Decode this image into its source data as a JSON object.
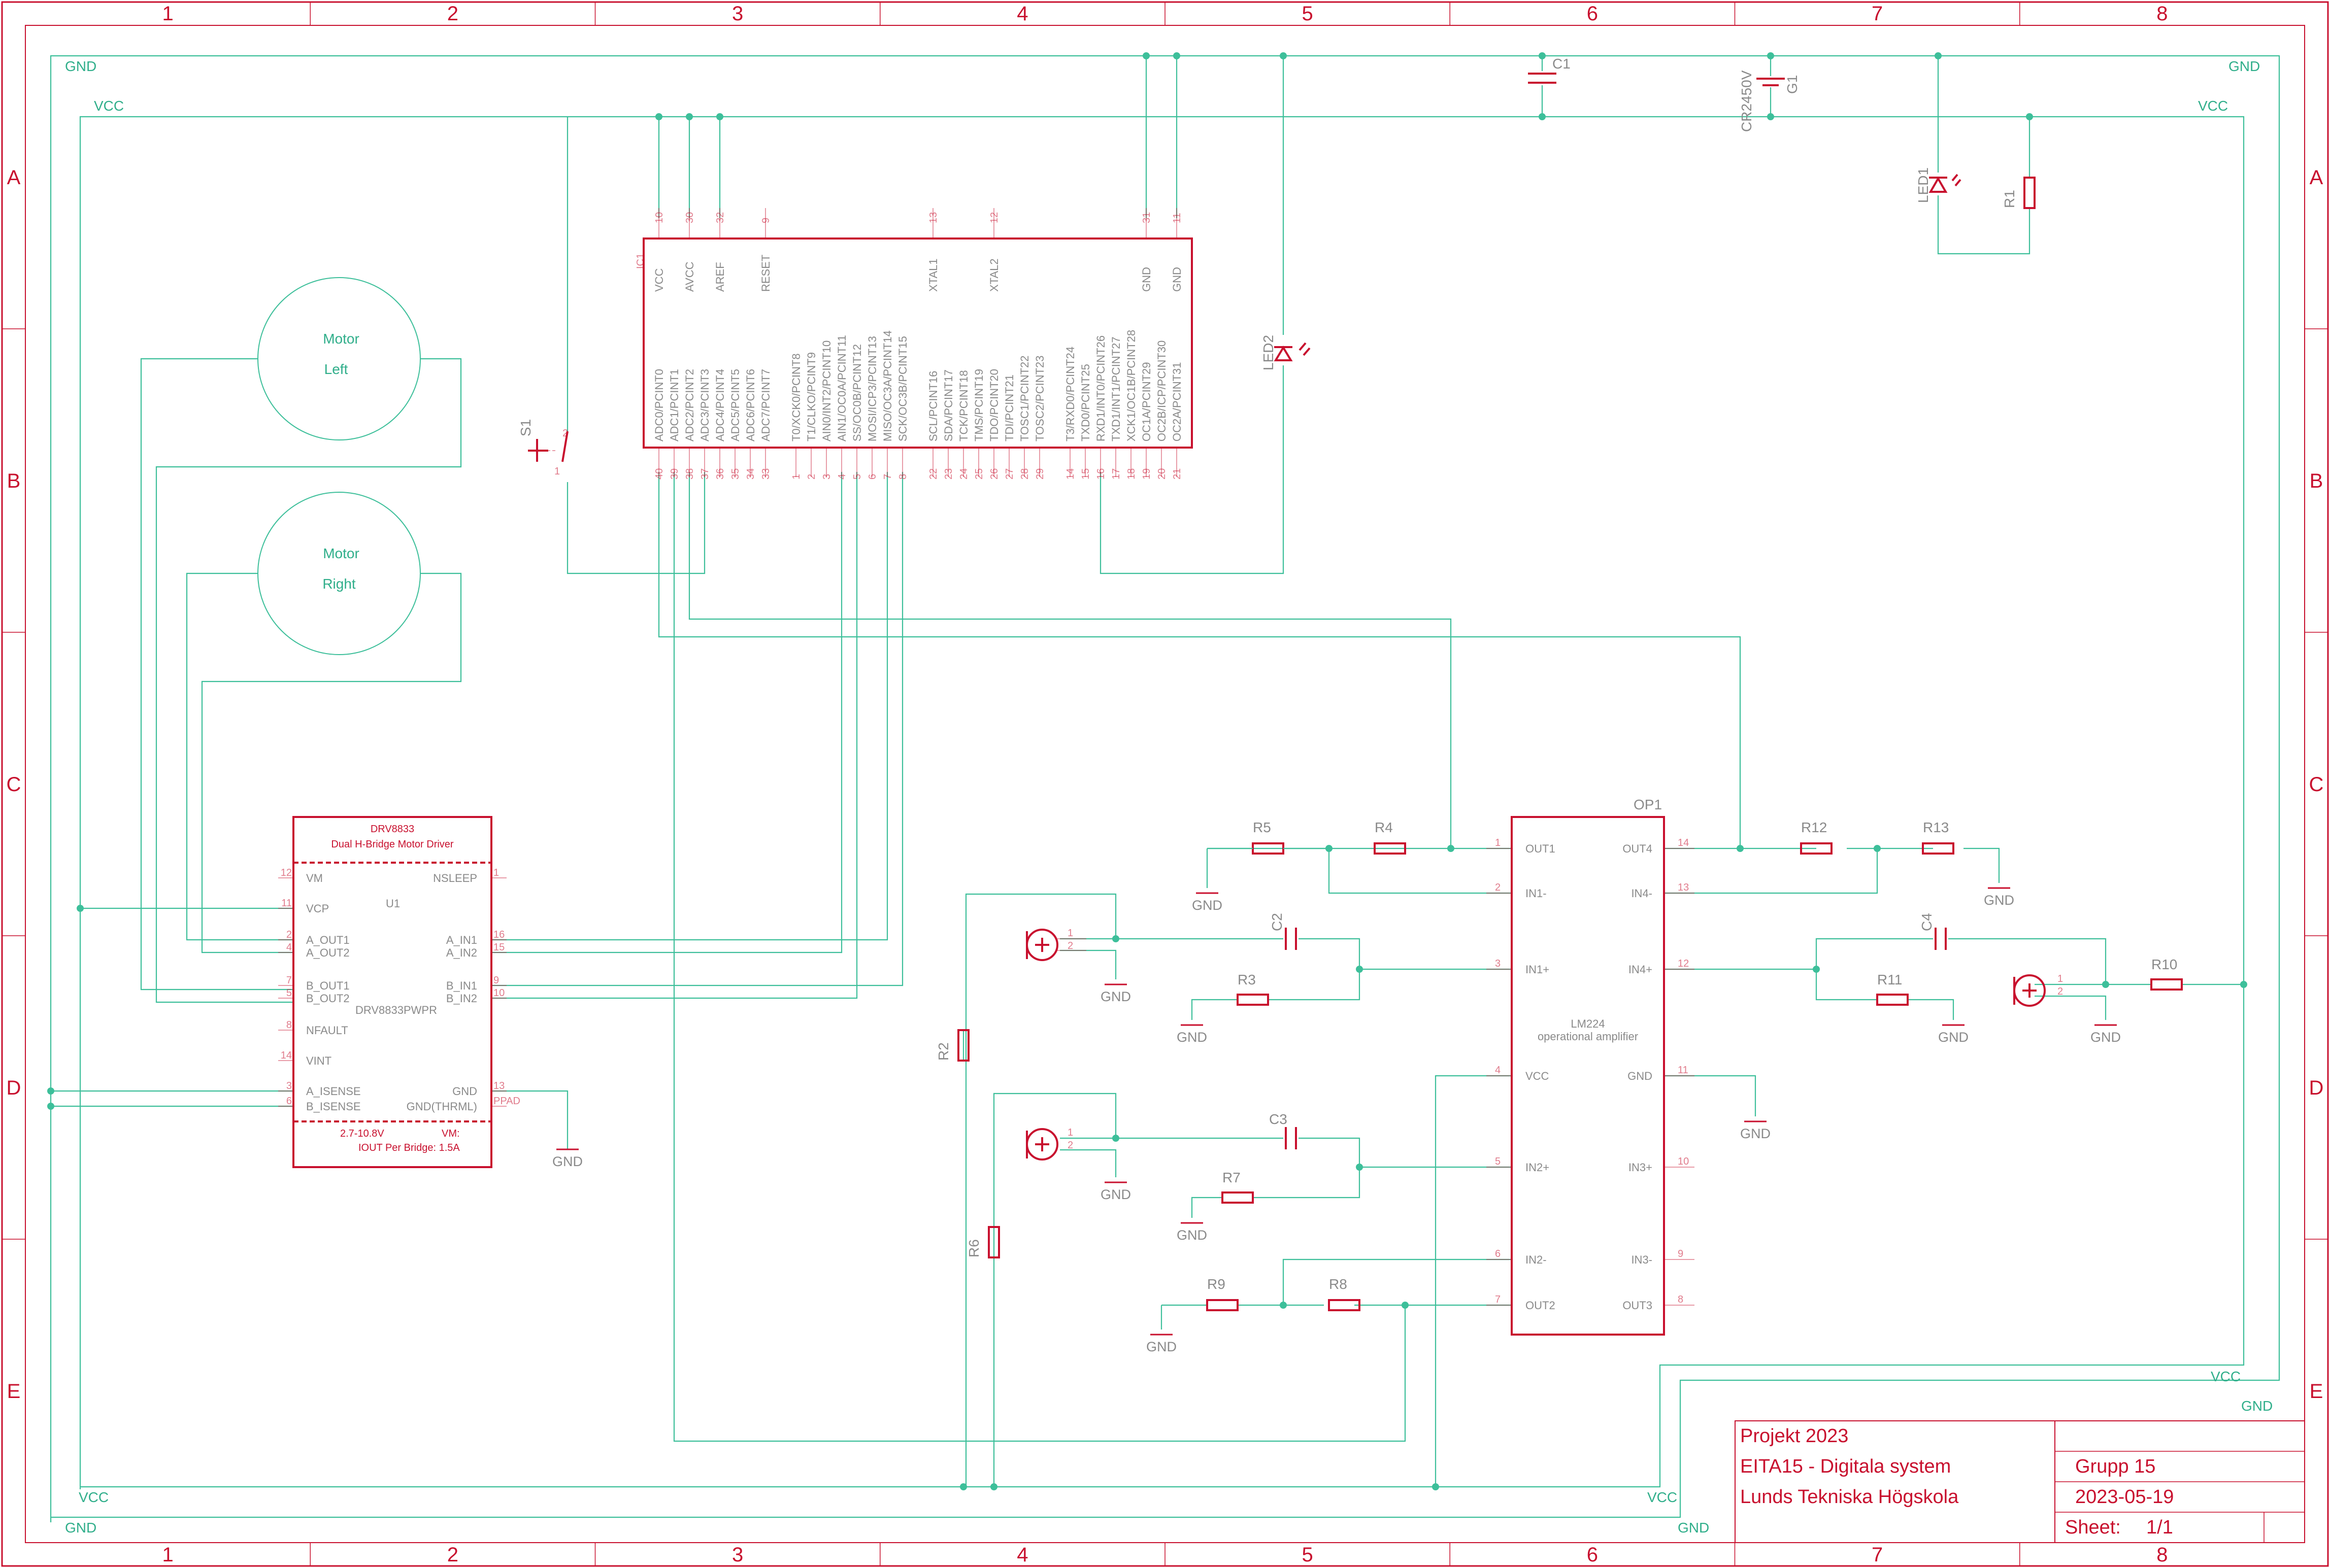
{
  "frame": {
    "columns": [
      "1",
      "2",
      "3",
      "4",
      "5",
      "6",
      "7",
      "8"
    ],
    "rows": [
      "A",
      "B",
      "C",
      "D",
      "E"
    ]
  },
  "nets": {
    "gnd": "GND",
    "vcc": "VCC"
  },
  "title_block": {
    "project": "Projekt 2023",
    "course": "EITA15 - Digitala system",
    "school": "Lunds Tekniska Högskola",
    "group": "Grupp 15",
    "date": "2023-05-19",
    "sheet_label": "Sheet:",
    "sheet_value": "1/1"
  },
  "mcu": {
    "top_pins": [
      {
        "num": "10",
        "label": "VCC"
      },
      {
        "num": "30",
        "label": "AVCC"
      },
      {
        "num": "32",
        "label": "AREF"
      },
      {
        "num": "9",
        "label": "RESET"
      },
      {
        "num": "13",
        "label": "XTAL1"
      },
      {
        "num": "12",
        "label": "XTAL2"
      },
      {
        "num": "31",
        "label": "GND"
      },
      {
        "num": "11",
        "label": "GND"
      }
    ],
    "bottom_pins": [
      {
        "num": "40",
        "label": "ADC0/PCINT0"
      },
      {
        "num": "39",
        "label": "ADC1/PCINT1"
      },
      {
        "num": "38",
        "label": "ADC2/PCINT2"
      },
      {
        "num": "37",
        "label": "ADC3/PCINT3"
      },
      {
        "num": "36",
        "label": "ADC4/PCINT4"
      },
      {
        "num": "35",
        "label": "ADC5/PCINT5"
      },
      {
        "num": "34",
        "label": "ADC6/PCINT6"
      },
      {
        "num": "33",
        "label": "ADC7/PCINT7"
      },
      {
        "num": "1",
        "label": "T0/XCK0/PCINT8"
      },
      {
        "num": "2",
        "label": "T1/CLKO/PCINT9"
      },
      {
        "num": "3",
        "label": "AIN0/INT2/PCINT10"
      },
      {
        "num": "4",
        "label": "AIN1/OC0A/PCINT11"
      },
      {
        "num": "5",
        "label": "SS/OC0B/PCINT12"
      },
      {
        "num": "6",
        "label": "MOSI/ICP3/PCINT13"
      },
      {
        "num": "7",
        "label": "MISO/OC3A/PCINT14"
      },
      {
        "num": "8",
        "label": "SCK/OC3B/PCINT15"
      },
      {
        "num": "22",
        "label": "SCL/PCINT16"
      },
      {
        "num": "23",
        "label": "SDA/PCINT17"
      },
      {
        "num": "24",
        "label": "TCK/PCINT18"
      },
      {
        "num": "25",
        "label": "TMS/PCINT19"
      },
      {
        "num": "26",
        "label": "TDO/PCINT20"
      },
      {
        "num": "27",
        "label": "TDI/PCINT21"
      },
      {
        "num": "28",
        "label": "TOSC1/PCINT22"
      },
      {
        "num": "29",
        "label": "TOSC2/PCINT23"
      },
      {
        "num": "14",
        "label": "T3/RXD0/PCINT24"
      },
      {
        "num": "15",
        "label": "TXD0/PCINT25"
      },
      {
        "num": "16",
        "label": "RXD1/INT0/PCINT26"
      },
      {
        "num": "17",
        "label": "TXD1/INT1/PCINT27"
      },
      {
        "num": "18",
        "label": "XCK1/OC1B/PCINT28"
      },
      {
        "num": "19",
        "label": "OC1A/PCINT29"
      },
      {
        "num": "20",
        "label": "OC2B/ICP/PCINT30"
      },
      {
        "num": "21",
        "label": "OC2A/PCINT31"
      }
    ]
  },
  "drv": {
    "title": "DRV8833",
    "subtitle": "Dual H-Bridge Motor Driver",
    "name": "U1",
    "value": "DRV8833PWPR",
    "footer1": "2.7-10.8V",
    "footer1b": "VM:",
    "footer2": "IOUT Per Bridge: 1.5A",
    "left_pins": [
      {
        "num": "12",
        "label": "VM"
      },
      {
        "num": "11",
        "label": "VCP"
      },
      {
        "num": "2",
        "label": "A_OUT1"
      },
      {
        "num": "4",
        "label": "A_OUT2"
      },
      {
        "num": "7",
        "label": "B_OUT1"
      },
      {
        "num": "5",
        "label": "B_OUT2"
      },
      {
        "num": "8",
        "label": "NFAULT"
      },
      {
        "num": "14",
        "label": "VINT"
      },
      {
        "num": "3",
        "label": "A_ISENSE"
      },
      {
        "num": "6",
        "label": "B_ISENSE"
      }
    ],
    "right_pins": [
      {
        "num": "1",
        "label": "NSLEEP"
      },
      {
        "num": "16",
        "label": "A_IN1"
      },
      {
        "num": "15",
        "label": "A_IN2"
      },
      {
        "num": "9",
        "label": "B_IN1"
      },
      {
        "num": "10",
        "label": "B_IN2"
      },
      {
        "num": "13",
        "label": "GND"
      },
      {
        "num": "PPAD",
        "label": "GND(THRML)"
      }
    ]
  },
  "opamp": {
    "name": "OP1",
    "value1": "LM224",
    "value2": "operational amplifier",
    "left_pins": [
      {
        "num": "1",
        "label": "OUT1"
      },
      {
        "num": "2",
        "label": "IN1-"
      },
      {
        "num": "3",
        "label": "IN1+"
      },
      {
        "num": "4",
        "label": "VCC"
      },
      {
        "num": "5",
        "label": "IN2+"
      },
      {
        "num": "6",
        "label": "IN2-"
      },
      {
        "num": "7",
        "label": "OUT2"
      }
    ],
    "right_pins": [
      {
        "num": "14",
        "label": "OUT4"
      },
      {
        "num": "13",
        "label": "IN4-"
      },
      {
        "num": "12",
        "label": "IN4+"
      },
      {
        "num": "11",
        "label": "GND"
      },
      {
        "num": "10",
        "label": "IN3+"
      },
      {
        "num": "9",
        "label": "IN3-"
      },
      {
        "num": "8",
        "label": "OUT3"
      }
    ]
  },
  "motors": [
    {
      "line1": "Motor",
      "line2": "Left"
    },
    {
      "line1": "Motor",
      "line2": "Right"
    }
  ],
  "parts": {
    "C1": "C1",
    "G1": "G1",
    "G1_value": "CR2450V",
    "LED1": "LED1",
    "R1": "R1",
    "LED2": "LED2",
    "S1": "S1",
    "R2": "R2",
    "R3": "R3",
    "R4": "R4",
    "R5": "R5",
    "R6": "R6",
    "R7": "R7",
    "R8": "R8",
    "R9": "R9",
    "R10": "R10",
    "R11": "R11",
    "R12": "R12",
    "R13": "R13",
    "C2": "C2",
    "C3": "C3",
    "C4": "C4"
  },
  "pin_nums": {
    "one": "1",
    "two": "2"
  },
  "colors": {
    "frame": "#c8102e",
    "net": "#3dbf9a",
    "label": "#8a8a8a"
  }
}
